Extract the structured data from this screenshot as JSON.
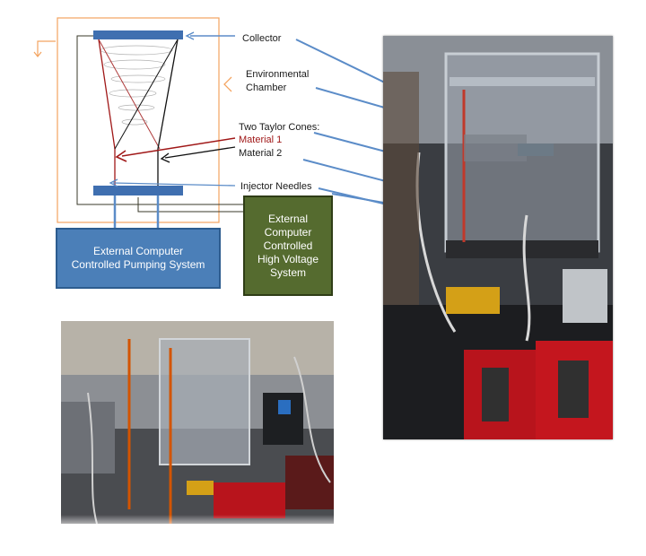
{
  "labels": {
    "collector": "Collector",
    "chamber_line1": "Environmental",
    "chamber_line2": "Chamber",
    "cones_title": "Two Taylor Cones:",
    "material1": "Material 1",
    "material2": "Material 2",
    "needles": "Injector Needles"
  },
  "boxes": {
    "pump": "External Computer Controlled Pumping System",
    "hv": "External Computer Controlled High Voltage System"
  },
  "colors": {
    "chamber_outline": "#f4a460",
    "collector_plate": "#3f6fb0",
    "arrow_blue": "#5b8cc8",
    "material1": "#a01818",
    "material2": "#111111",
    "pump_box": "#4b7fb8",
    "hv_box": "#556b2f"
  }
}
